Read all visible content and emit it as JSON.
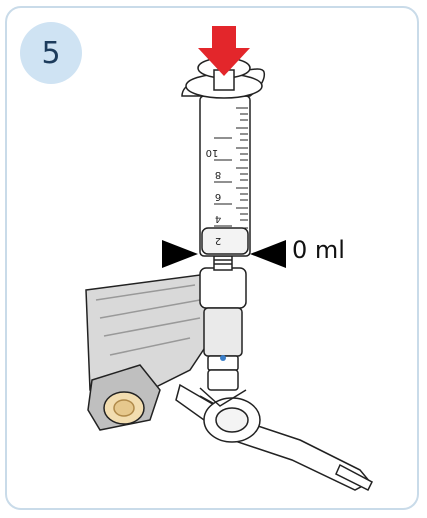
{
  "step": {
    "number": "5"
  },
  "syringe": {
    "scale_labels": [
      "10",
      "8",
      "6",
      "4",
      "2"
    ]
  },
  "annotation": {
    "volume_label": "0 ml"
  },
  "colors": {
    "frame_border": "#c9dbe9",
    "badge_fill": "#cfe3f3",
    "badge_text": "#1d3c5c",
    "press_arrow": "#e3262b",
    "bag_fill": "#d9d9d9",
    "stopper": "#f2ddb0",
    "marker_arrows": "#000000"
  }
}
